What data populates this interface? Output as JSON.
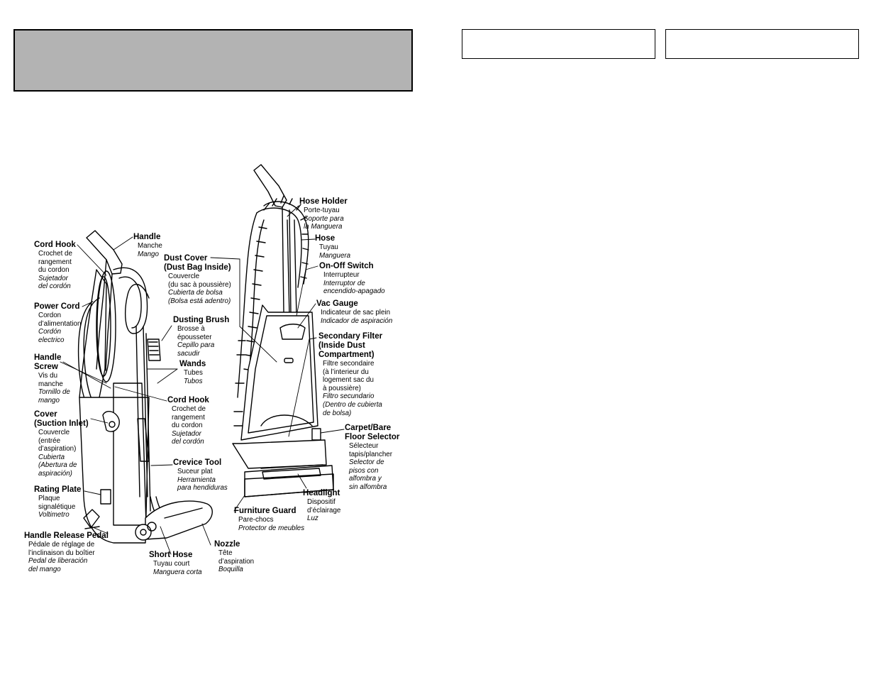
{
  "labels": {
    "cord_hook_top": {
      "title": "Cord Hook",
      "fr": "Crochet de\nrangement\ndu cordon",
      "es": "Sujetador\ndel cordón"
    },
    "handle": {
      "title": "Handle",
      "fr": "Manche",
      "es": "Mango"
    },
    "power_cord": {
      "title": "Power Cord",
      "fr": "Cordon\nd’alimentation",
      "es": "Cordón\nelectrico"
    },
    "handle_screw": {
      "title": "Handle\nScrew",
      "fr": "Vis du\nmanche",
      "es": "Tornillo de\nmango"
    },
    "cover": {
      "title": "Cover\n(Suction Inlet)",
      "fr": "Couvercle\n(entrée\nd’aspiration)",
      "es": "Cubierta\n(Abertura de\naspiración)"
    },
    "rating_plate": {
      "title": "Rating Plate",
      "fr": "Plaque\nsignalétique",
      "es": "Voltimetro"
    },
    "handle_release_pedal": {
      "title": "Handle Release Pedal",
      "fr": "Pédale de réglage de\nl’inclinaison du boîtier",
      "es": "Pedal de liberación\ndel mango"
    },
    "dust_cover": {
      "title": "Dust Cover\n(Dust Bag Inside)",
      "fr": "Couvercle\n(du sac à poussière)",
      "es": "Cubierta de bolsa\n(Bolsa está adentro)"
    },
    "dusting_brush": {
      "title": "Dusting Brush",
      "fr": "Brosse à\népousseter",
      "es": "Cepillo para\nsacudir"
    },
    "wands": {
      "title": "Wands",
      "fr": "Tubes",
      "es": "Tubos"
    },
    "cord_hook_mid": {
      "title": "Cord Hook",
      "fr": "Crochet de\nrangement\ndu cordon",
      "es": "Sujetador\ndel cordón"
    },
    "crevice_tool": {
      "title": "Crevice Tool",
      "fr": "Suceur plat",
      "es": "Herramienta\npara hendiduras"
    },
    "short_hose": {
      "title": "Short Hose",
      "fr": "Tuyau court",
      "es": "Manguera corta"
    },
    "nozzle": {
      "title": "Nozzle",
      "fr": "Tête\nd’aspiration",
      "es": "Boquilla"
    },
    "hose_holder": {
      "title": "Hose Holder",
      "fr": "Porte-tuyau",
      "es": "Soporte para\nla Manguera"
    },
    "hose": {
      "title": "Hose",
      "fr": "Tuyau",
      "es": "Manguera"
    },
    "on_off_switch": {
      "title": "On-Off Switch",
      "fr": "Interrupteur",
      "es": "Interruptor de\nencendido-apagado"
    },
    "vac_gauge": {
      "title": "Vac Gauge",
      "fr": "Indicateur de sac plein",
      "es": "Indicador de aspiración"
    },
    "secondary_filter": {
      "title": "Secondary Filter\n(Inside Dust\nCompartment)",
      "fr": "Filtre secondaire\n(à l’interieur du\nlogement sac du\nà poussière)",
      "es": "Filtro secundario\n(Dentro de cubierta\nde bolsa)"
    },
    "carpet_selector": {
      "title": "Carpet/Bare\nFloor Selector",
      "fr": "Sélecteur\ntapis/plancher",
      "es": "Selector de\npisos con\nalfombra y\nsin alfombra"
    },
    "headlight": {
      "title": "Headlight",
      "fr": "Dispositif\nd’éclairage",
      "es": "Luz"
    },
    "furniture_guard": {
      "title": "Furniture Guard",
      "fr": "Pare-chocs",
      "es": "Protector de meubles"
    }
  }
}
